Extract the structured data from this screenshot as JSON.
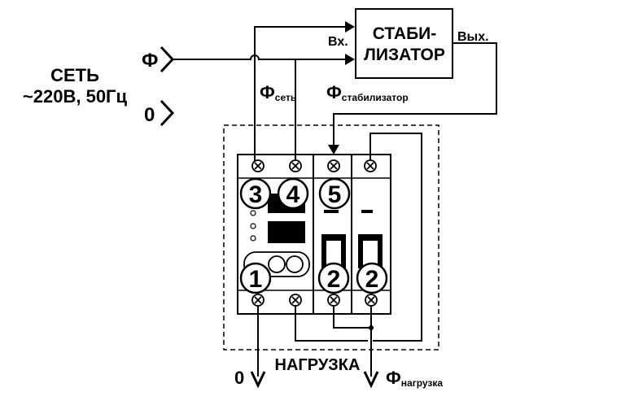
{
  "network": {
    "title": "СЕТЬ",
    "spec": "~220В, 50Гц",
    "phase_label": "Ф",
    "neutral_label": "0"
  },
  "stabilizer": {
    "line1": "СТАБИ-",
    "line2": "ЛИЗАТОР",
    "input_label": "Вх.",
    "output_label": "Вых."
  },
  "phase_tags": {
    "network_main": "Ф",
    "network_sub": "сеть",
    "stab_main": "Ф",
    "stab_sub": "стабилизатор",
    "load_main": "Ф",
    "load_sub": "нагрузка"
  },
  "load": {
    "title": "НАГРУЗКА",
    "neutral_out": "0"
  },
  "module_numbers": {
    "n3": "3",
    "n4": "4",
    "n5": "5",
    "n1": "1",
    "n2a": "2",
    "n2b": "2"
  },
  "colors": {
    "line": "#000000",
    "background": "#ffffff"
  }
}
